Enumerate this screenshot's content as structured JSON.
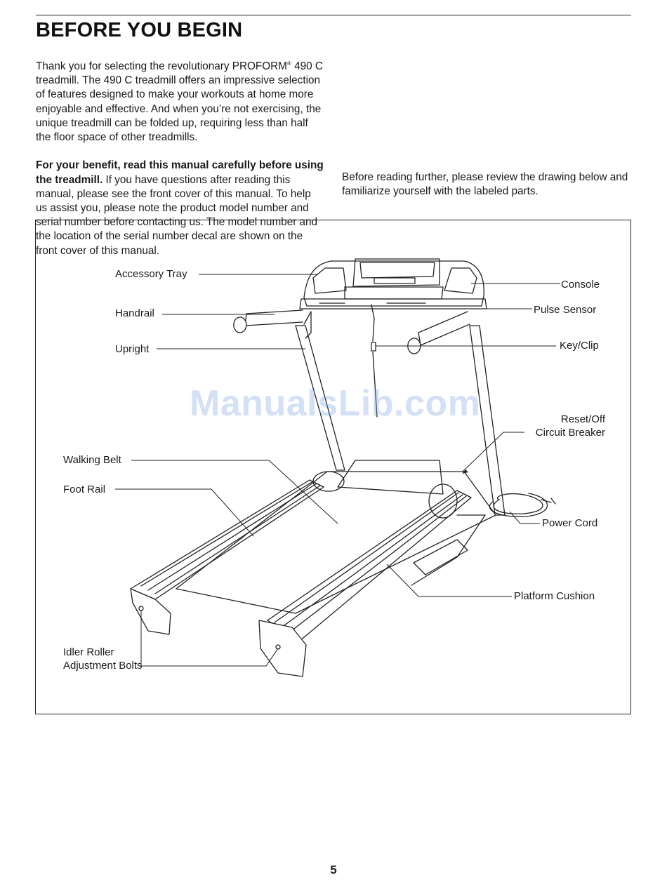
{
  "header": {
    "title": "BEFORE YOU BEGIN"
  },
  "intro": {
    "p1_before_mark": "Thank you for selecting the revolutionary PROFORM",
    "registered_mark": "®",
    "p1_after_mark": "490 C treadmill. The 490 C treadmill offers an impressive selection of features designed to make your workouts at home more enjoyable and effective. And when you’re not exercising, the unique treadmill can be folded up, requiring less than half the floor space of other treadmills.",
    "p2_bold": "For your benefit, read this manual carefully before using the treadmill.",
    "p2_rest": "If you have questions after reading this manual, please see the front cover of this manual. To help us assist you, please note the product model number and serial number before contacting us. The model number and the location of the serial number decal are shown on the front cover of this manual.",
    "p3": "Before reading further, please review the drawing below and familiarize yourself with the labeled parts."
  },
  "figure": {
    "labels": {
      "accessory_tray": "Accessory Tray",
      "handrail": "Handrail",
      "upright": "Upright",
      "console": "Console",
      "pulse_sensor": "Pulse Sensor",
      "key_clip": "Key/Clip",
      "reset_off_line1": "Reset/Off",
      "reset_off_line2": "Circuit Breaker",
      "walking_belt": "Walking Belt",
      "foot_rail": "Foot Rail",
      "power_cord": "Power Cord",
      "platform_cushion": "Platform Cushion",
      "idler_line1": "Idler Roller",
      "idler_line2": "Adjustment Bolts"
    },
    "watermark": "ManualsLib.com"
  },
  "footer": {
    "page_number": "5"
  }
}
